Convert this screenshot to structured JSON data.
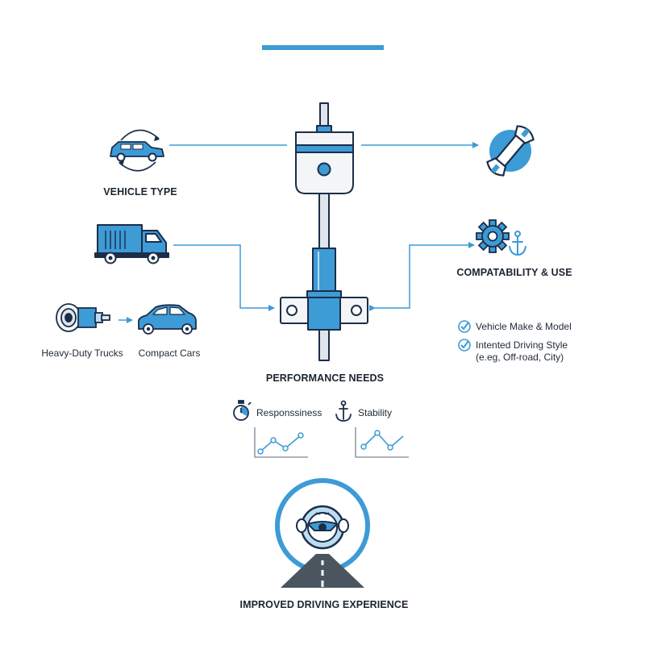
{
  "sections": {
    "vehicle_type": "VEHICLE TYPE",
    "compatibility": "COMPATABILITY & USE",
    "performance": "PERFORMANCE NEEDS",
    "improved": "IMPROVED DRIVING EXPERIENCE"
  },
  "vehicle_examples": {
    "heavy": "Heavy-Duty Trucks",
    "compact": "Compact Cars"
  },
  "compatibility_items": [
    {
      "icon": "checkmark-circle-icon",
      "line1": "Vehicle Make & Model",
      "line2": ""
    },
    {
      "icon": "checkmark-circle-icon",
      "line1": "Intented Driving Style",
      "line2": "(e.eg, Off-road, City)"
    }
  ],
  "performance_metrics": [
    {
      "icon": "stopwatch-icon",
      "label": "Responssiness"
    },
    {
      "icon": "anchor-icon",
      "label": "Stability"
    }
  ],
  "colors": {
    "accent": "#3d9bd6",
    "navy": "#1b2d4a",
    "light_blue": "#bcdcf2"
  }
}
